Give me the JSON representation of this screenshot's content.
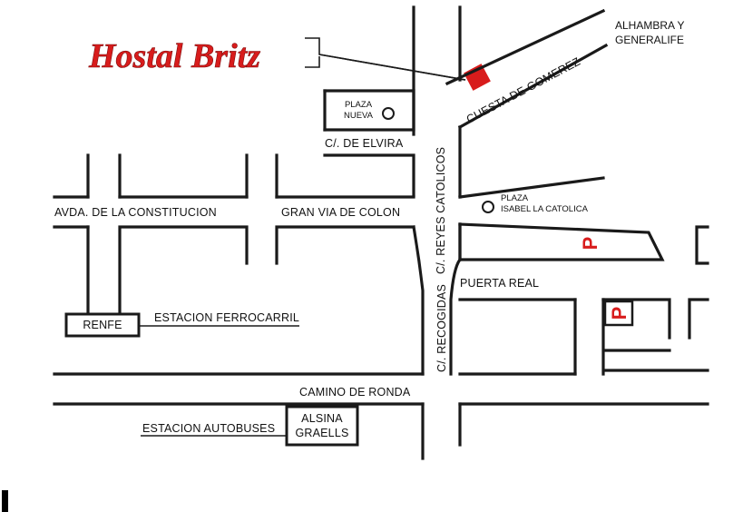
{
  "title": "Hostal Britz",
  "colors": {
    "accent": "#d81c1c",
    "ink": "#1a1a1a",
    "background": "#ffffff"
  },
  "labels": {
    "alhambra_line1": "ALHAMBRA Y",
    "alhambra_line2": "GENERALIFE",
    "cuesta": "CUESTA DE GOMEREZ",
    "plaza_nueva_1": "PLAZA",
    "plaza_nueva_2": "NUEVA",
    "elvira": "C/. DE ELVIRA",
    "reyes": "C/. REYES CATOLICOS",
    "plaza_isabel_1": "PLAZA",
    "plaza_isabel_2": "ISABEL LA CATOLICA",
    "constitucion": "AVDA. DE LA CONSTITUCION",
    "gran_via": "GRAN VIA DE COLON",
    "puerta_real": "PUERTA REAL",
    "renfe": "RENFE",
    "estacion_ferrocarril": "ESTACION FERROCARRIL",
    "recogidas": "C/. RECOGIDAS",
    "camino_ronda": "CAMINO DE RONDA",
    "estacion_autobuses": "ESTACION AUTOBUSES",
    "alsina_1": "ALSINA",
    "alsina_2": "GRAELLS"
  },
  "parking": {
    "symbol": "P"
  }
}
